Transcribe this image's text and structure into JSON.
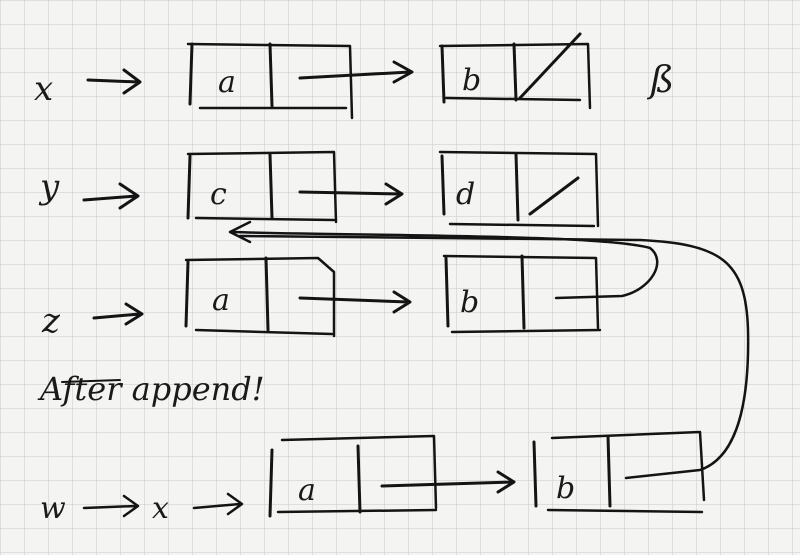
{
  "colors": {
    "paper": "#f4f4f2",
    "grid": "#c9c9c9",
    "ink": "#141414"
  },
  "rows": {
    "x": {
      "var_label": "x",
      "cells": [
        "a",
        "b"
      ],
      "end": "null"
    },
    "y": {
      "var_label": "y",
      "cells": [
        "c",
        "d"
      ],
      "end": "null"
    },
    "z": {
      "var_label": "z",
      "cells": [
        "a",
        "b"
      ],
      "end": "pointer-to-y"
    },
    "w": {
      "var_label": "w",
      "alias_label": "x",
      "cells": [
        "a",
        "b"
      ],
      "end": "pointer-to-y"
    }
  },
  "caption": "After append!",
  "side_mark": "ß"
}
